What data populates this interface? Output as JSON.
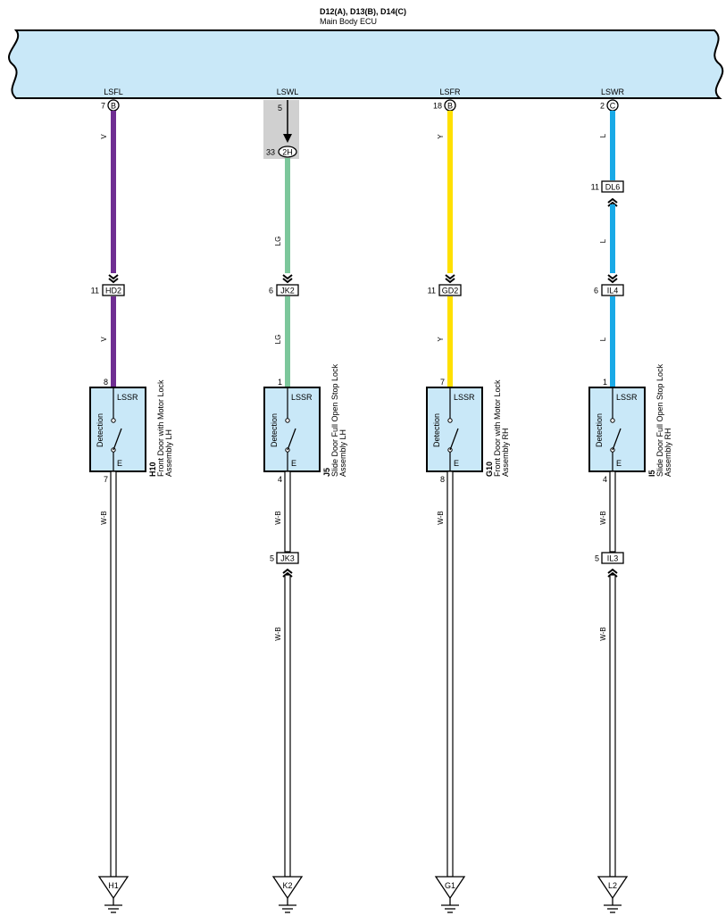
{
  "header": {
    "connectors": "D12(A), D13(B), D14(C)",
    "name": "Main Body ECU"
  },
  "colors": {
    "ecu_fill": "#c9e8f8",
    "box_fill": "#c9e8f8",
    "shade": "#d0d0d0",
    "V": "#6f2e92",
    "LG": "#7cc79b",
    "Y": "#ffe000",
    "L": "#19a9e6"
  },
  "circuits": [
    {
      "signal": "LSFL",
      "ecu_pin": "7",
      "ecu_conn": "B",
      "inline_conn": {
        "pin": "11",
        "name": "HD2"
      },
      "upper_wire": "V",
      "lower_wire": "V",
      "component": {
        "code": "H10",
        "name1": "Front Door with Motor Lock",
        "name2": "Assembly LH",
        "pin_top": "8",
        "pin_bottom": "7",
        "signal_label": "LSSR",
        "ground_label": "E",
        "function_label": "Detection"
      },
      "ground_wire": "W-B",
      "ground": "H1"
    },
    {
      "signal": "LSWL",
      "ecu_pin": "5",
      "junction": {
        "pin": "33",
        "name": "2H"
      },
      "inline_conn": {
        "pin": "6",
        "name": "JK2"
      },
      "upper_wire": "LG",
      "lower_wire": "LG",
      "component": {
        "code": "J5",
        "name1": "Slide Door Full Open Stop Lock",
        "name2": "Assembly LH",
        "pin_top": "1",
        "pin_bottom": "4",
        "signal_label": "LSSR",
        "ground_label": "E",
        "function_label": "Detection"
      },
      "ground_wire": "W-B",
      "ground_conn": {
        "pin": "5",
        "name": "JK3"
      },
      "ground_wire2": "W-B",
      "ground": "K2"
    },
    {
      "signal": "LSFR",
      "ecu_pin": "18",
      "ecu_conn": "B",
      "inline_conn": {
        "pin": "11",
        "name": "GD2"
      },
      "upper_wire": "Y",
      "lower_wire": "Y",
      "component": {
        "code": "G10",
        "name1": "Front Door with Motor Lock",
        "name2": "Assembly RH",
        "pin_top": "7",
        "pin_bottom": "8",
        "signal_label": "LSSR",
        "ground_label": "E",
        "function_label": "Detection"
      },
      "ground_wire": "W-B",
      "ground": "G1"
    },
    {
      "signal": "LSWR",
      "ecu_pin": "2",
      "ecu_conn": "C",
      "dl_conn": {
        "pin": "11",
        "name": "DL6"
      },
      "top_wire": "L",
      "inline_conn": {
        "pin": "6",
        "name": "IL4"
      },
      "upper_wire": "L",
      "lower_wire": "L",
      "component": {
        "code": "I5",
        "name1": "Slide Door Full Open Stop Lock",
        "name2": "Assembly RH",
        "pin_top": "1",
        "pin_bottom": "4",
        "signal_label": "LSSR",
        "ground_label": "E",
        "function_label": "Detection"
      },
      "ground_wire": "W-B",
      "ground_conn": {
        "pin": "5",
        "name": "IL3"
      },
      "ground_wire2": "W-B",
      "ground": "L2"
    }
  ]
}
